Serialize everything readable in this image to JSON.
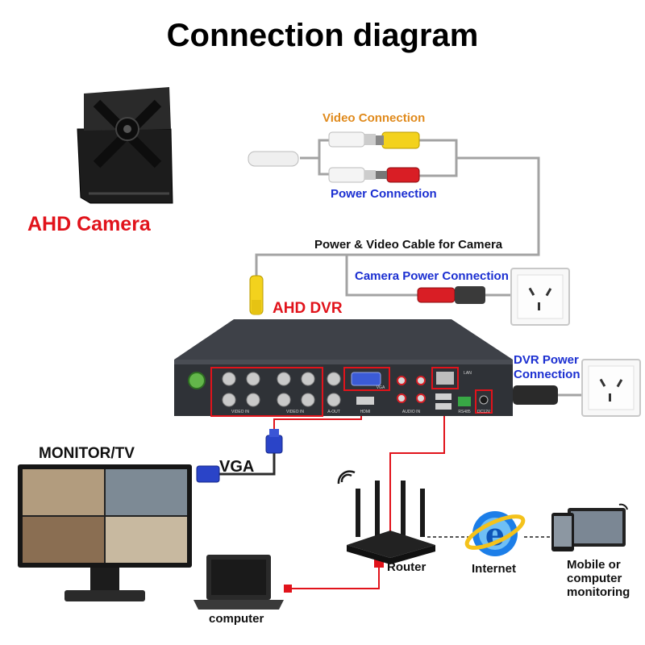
{
  "title": "Connection diagram",
  "labels": {
    "camera": "AHD Camera",
    "video_connection": "Video Connection",
    "power_connection": "Power Connection",
    "cable": "Power & Video Cable for Camera",
    "camera_power_connection": "Camera Power Connection",
    "dvr": "AHD DVR",
    "dvr_power_line1": "DVR Power",
    "dvr_power_line2": "Connection",
    "monitor": "MONITOR/TV",
    "vga": "VGA",
    "router": "Router",
    "internet": "Internet",
    "mobile_line1": "Mobile or",
    "mobile_line2": "computer",
    "mobile_line3": "monitoring",
    "computer": "computer"
  },
  "dvr_panel": {
    "video_in_1": "VIDEO IN",
    "video_in_2": "VIDEO IN",
    "a_out": "A-OUT",
    "vga": "VGA",
    "hdmi": "HDMI",
    "audio_in": "AUDIO IN",
    "lan": "LAN",
    "rs485": "RS485",
    "dc12v": "DC12V"
  },
  "colors": {
    "label_red": "#e1131b",
    "label_blue": "#1b2fd1",
    "label_orange": "#e08a1c",
    "wire_red": "#e1131b",
    "wire_gray": "#9a9a9a",
    "vga_blue": "#2a44c8"
  }
}
